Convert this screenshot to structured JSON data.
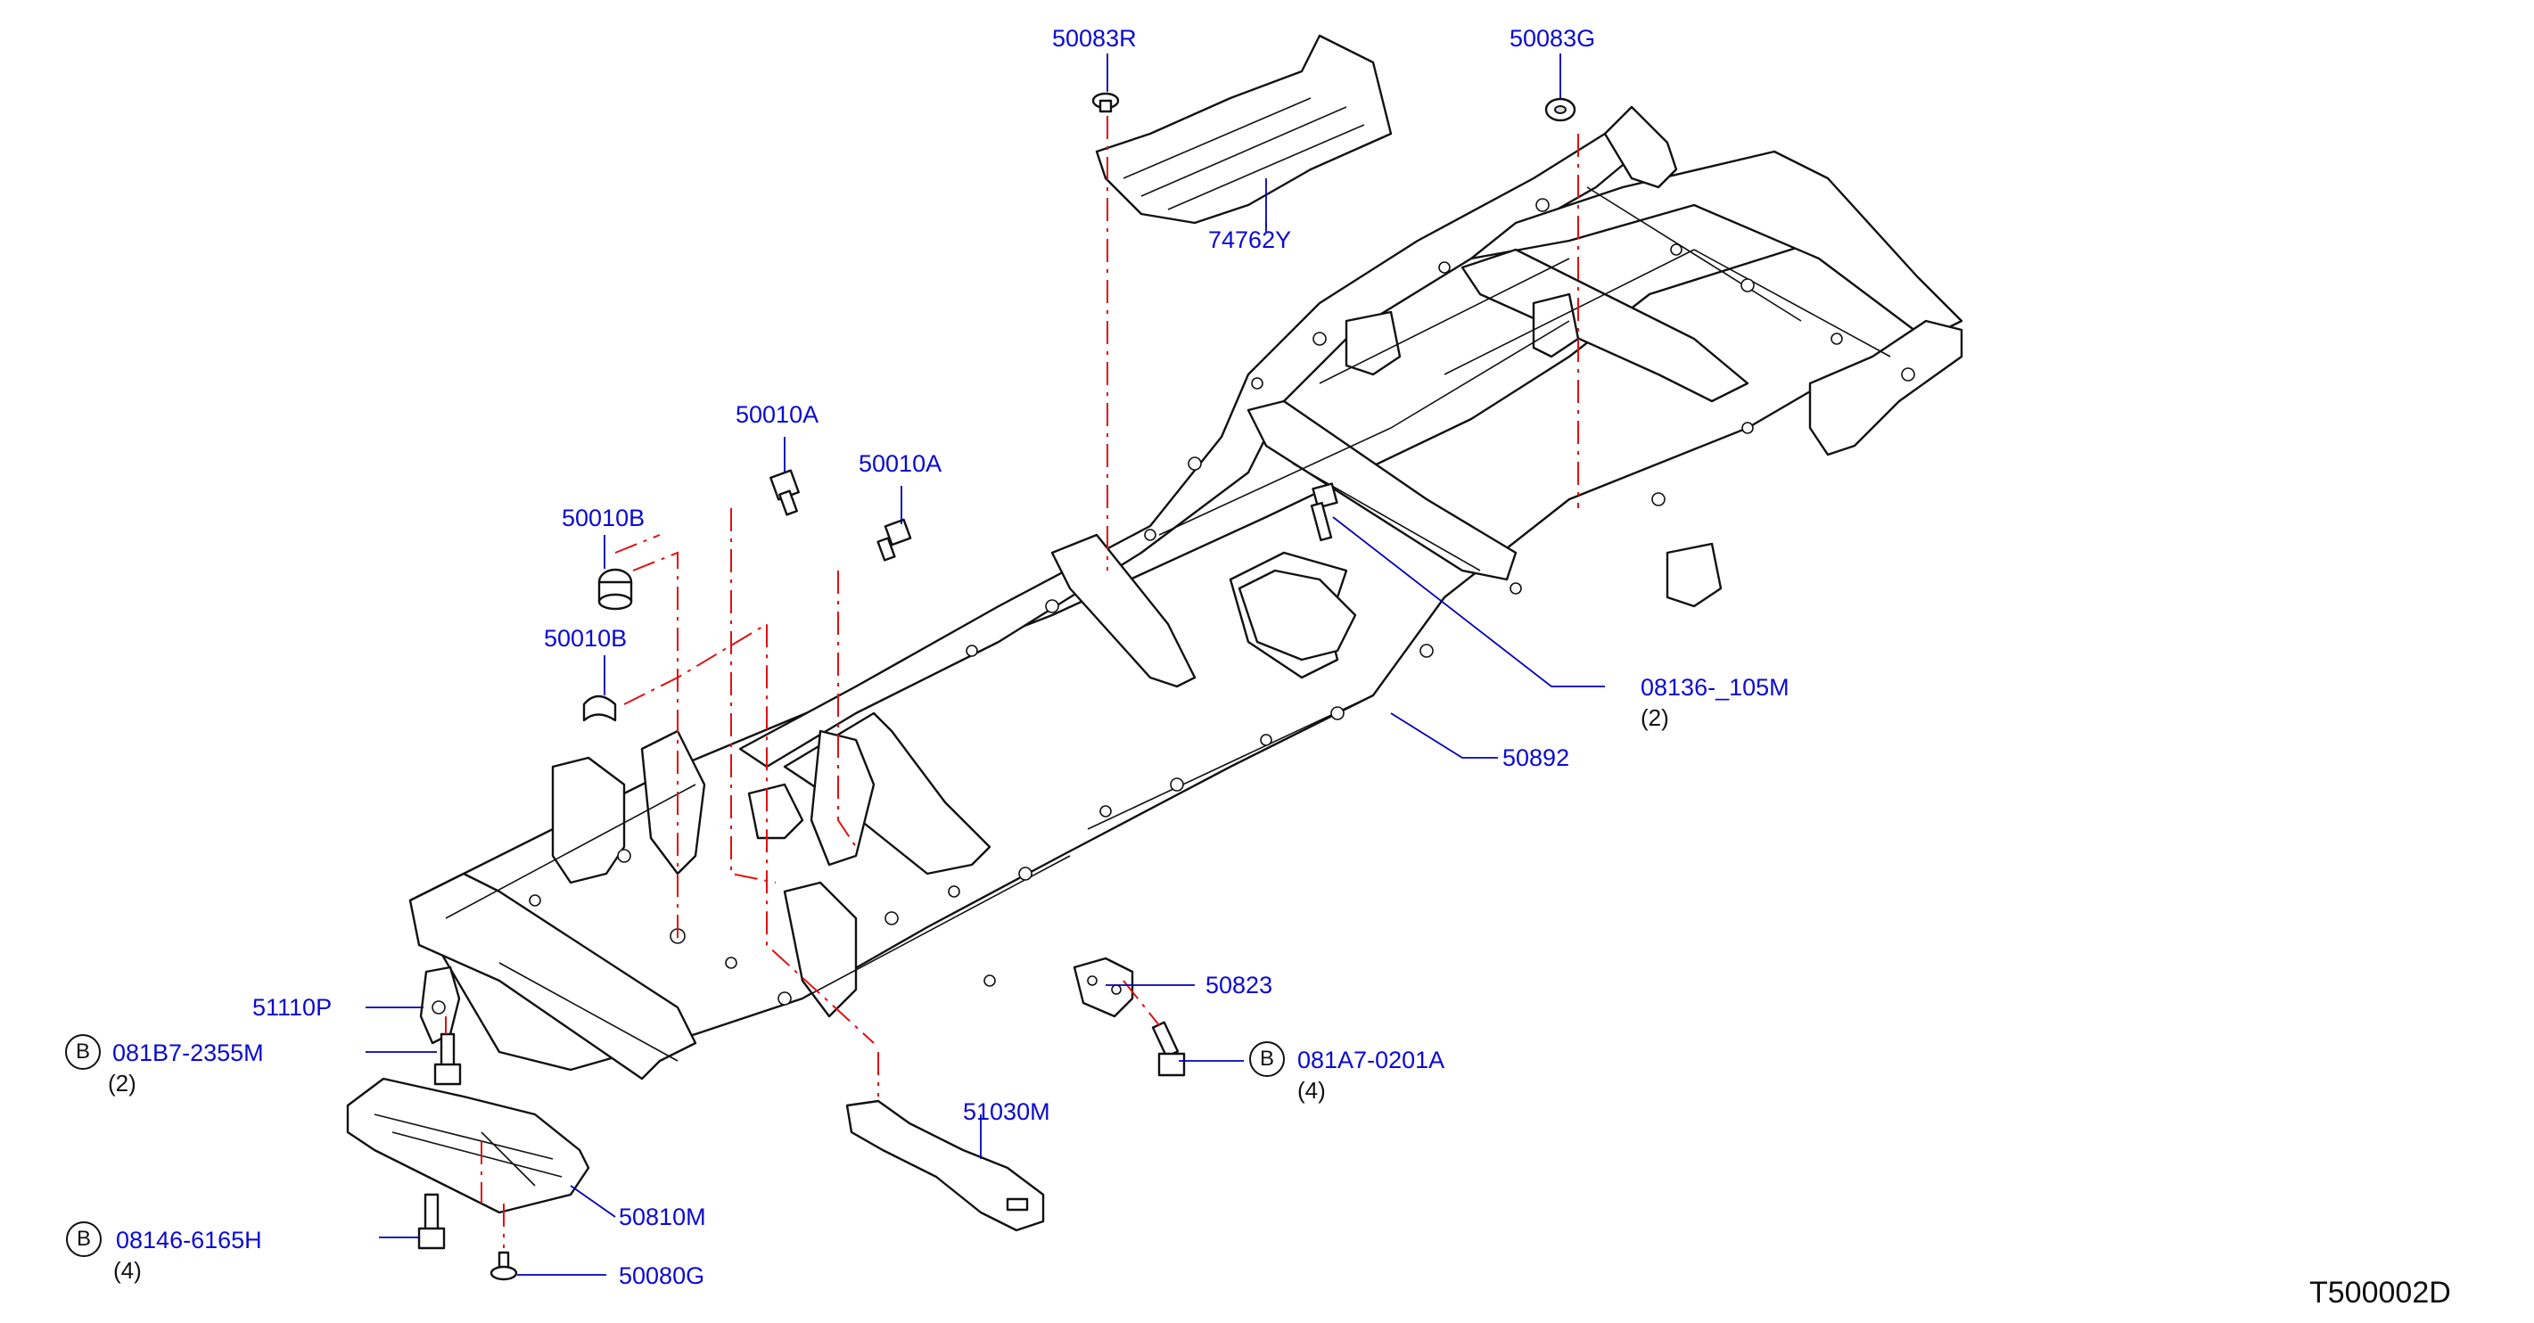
{
  "diagram_id": "T500002D",
  "parts": [
    {
      "key": "p50083R",
      "number": "50083R"
    },
    {
      "key": "p50083G",
      "number": "50083G"
    },
    {
      "key": "p74762Y",
      "number": "74762Y"
    },
    {
      "key": "p50010A_1",
      "number": "50010A"
    },
    {
      "key": "p50010A_2",
      "number": "50010A"
    },
    {
      "key": "p50010B_1",
      "number": "50010B"
    },
    {
      "key": "p50010B_2",
      "number": "50010B"
    },
    {
      "key": "p08136",
      "number": "08136-_105M",
      "qty": "(2)"
    },
    {
      "key": "p50892",
      "number": "50892"
    },
    {
      "key": "p51110P",
      "number": "51110P"
    },
    {
      "key": "p081B7",
      "number": "081B7-2355M",
      "qty": "(2)",
      "bolt_marker": "B"
    },
    {
      "key": "p50823",
      "number": "50823"
    },
    {
      "key": "p081A7",
      "number": "081A7-0201A",
      "qty": "(4)",
      "bolt_marker": "B"
    },
    {
      "key": "p51030M",
      "number": "51030M"
    },
    {
      "key": "p50810M",
      "number": "50810M"
    },
    {
      "key": "p08146",
      "number": "08146-6165H",
      "qty": "(4)",
      "bolt_marker": "B"
    },
    {
      "key": "p50080G",
      "number": "50080G"
    }
  ],
  "colors": {
    "label": "#0a0ad2",
    "leader": "#0000b4",
    "dashed_reference": "#e01010",
    "outline": "#111111"
  }
}
